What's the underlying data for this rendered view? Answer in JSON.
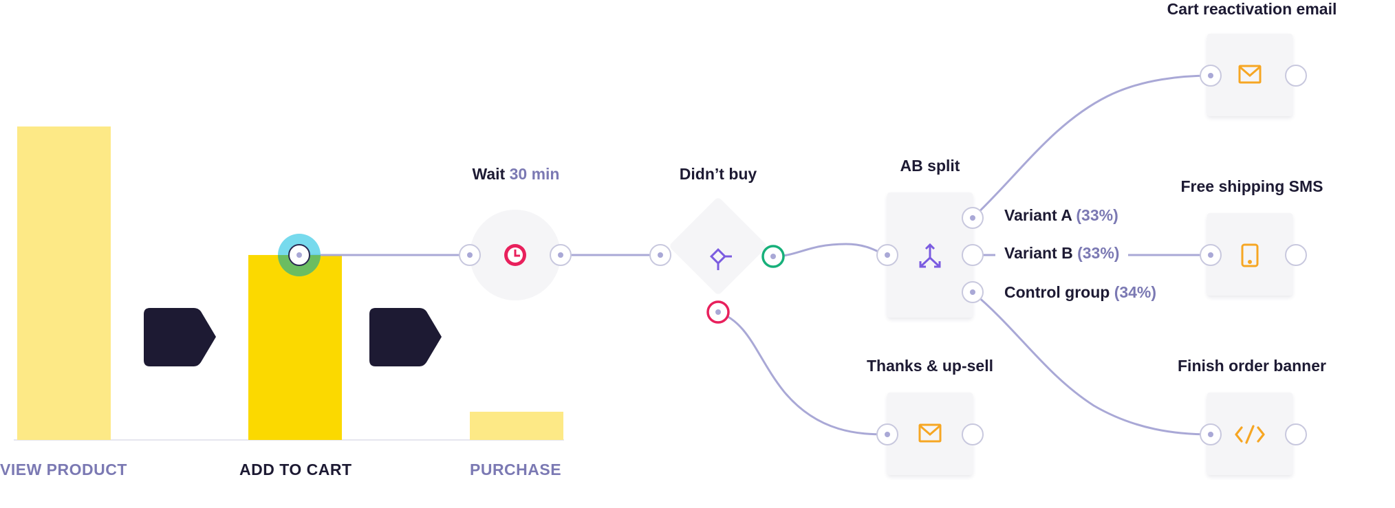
{
  "funnel": {
    "bars": [
      {
        "label": "VIEW PRODUCT",
        "label_color": "#7b79b3",
        "fill": "#fde986",
        "value": 100
      },
      {
        "label": "ADD TO CART",
        "label_color": "#1d1a33",
        "fill": "#fbd900",
        "value": 59
      },
      {
        "label": "PURCHASE",
        "label_color": "#7b79b3",
        "fill": "#fde986",
        "value": 9
      }
    ]
  },
  "nodes": {
    "wait": {
      "prefix": "Wait ",
      "value": "30 min",
      "icon": "clock-icon"
    },
    "didnt_buy": {
      "label": "Didn’t buy",
      "icon": "condition-icon"
    },
    "ab_split": {
      "label": "AB split",
      "icon": "split-icon"
    },
    "thanks": {
      "label": "Thanks & up-sell",
      "icon": "mail-icon"
    },
    "cart_email": {
      "label": "Cart reactivation email",
      "icon": "mail-icon"
    },
    "free_sms": {
      "label": "Free shipping SMS",
      "icon": "phone-icon"
    },
    "finish_banner": {
      "label": "Finish order banner",
      "icon": "code-icon"
    }
  },
  "variants": [
    {
      "name": "Variant A",
      "pct": "(33%)"
    },
    {
      "name": "Variant B",
      "pct": "(33%)"
    },
    {
      "name": "Control group",
      "pct": "(34%)"
    }
  ],
  "colors": {
    "connector": "#a9a8d6",
    "accent": "#7b79b3",
    "text": "#1d1a33",
    "orange": "#f6a623",
    "purple": "#7b5ce0",
    "red": "#e8205c",
    "green": "#17b07a",
    "cyan": "#5fd3ea",
    "arrow": "#1d1a33"
  }
}
